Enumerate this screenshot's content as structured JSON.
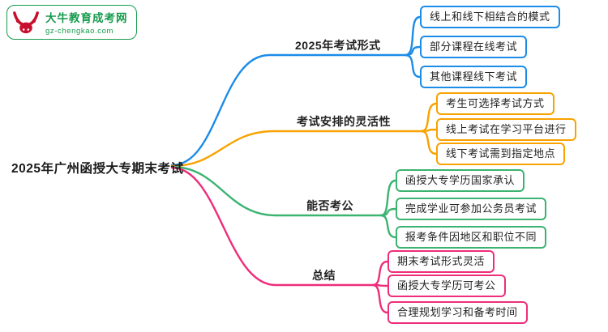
{
  "logo": {
    "title": "大牛教育成考网",
    "subtitle": "gz-chengkao.com",
    "brand_green": "#159b4c",
    "bull_red": "#c8102e"
  },
  "root": {
    "label": "2025年广州函授大专期末考试",
    "text_color": "#1a1a1a"
  },
  "branches": [
    {
      "label": "2025年考试形式",
      "color": "#1b8ce8",
      "children": [
        "线上和线下相结合的模式",
        "部分课程在线考试",
        "其他课程线下考试"
      ]
    },
    {
      "label": "考试安排的灵活性",
      "color": "#f8a200",
      "children": [
        "考生可选择考试方式",
        "线上考试在学习平台进行",
        "线下考试需到指定地点"
      ]
    },
    {
      "label": "能否考公",
      "color": "#3cb371",
      "children": [
        "函授大专学历国家承认",
        "完成学业可参加公务员考试",
        "报考条件因地区和职位不同"
      ]
    },
    {
      "label": "总结",
      "color": "#ee2d7b",
      "children": [
        "期末考试形式灵活",
        "函授大专学历可考公",
        "合理规划学习和备考时间"
      ]
    }
  ]
}
